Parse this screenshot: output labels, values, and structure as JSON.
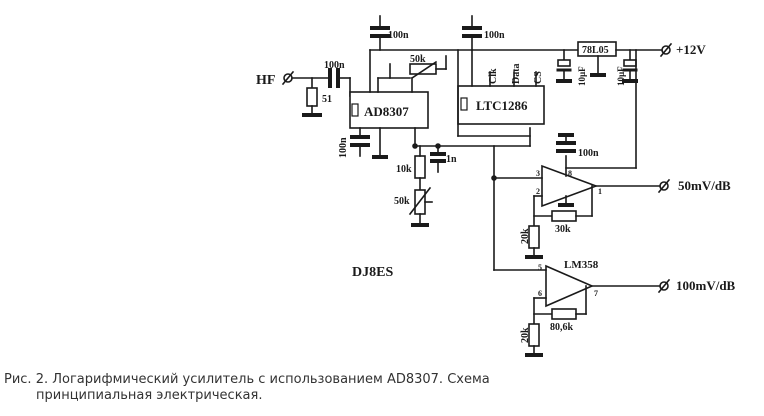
{
  "labels": {
    "hf": "HF",
    "r51": "51",
    "c_in": "100n",
    "c_top1": "100n",
    "c_top2": "100n",
    "c_bot1": "100n",
    "c_opamp": "100n",
    "pot_top": "50k",
    "ad8307": "AD8307",
    "ltc1286": "LTC1286",
    "clk": "Clk",
    "data": "Data",
    "cs": "CS",
    "reg": "78L05",
    "c10u_a": "10µF",
    "c10u_b": "10µF",
    "v12": "+12V",
    "r10k": "10k",
    "c1n": "1n",
    "pot_50k": "50k",
    "out1": "50mV/dB",
    "out2": "100mV/dB",
    "r30k": "30k",
    "r20k_a": "20k",
    "r20k_b": "20k",
    "r80k": "80,6k",
    "lm358": "LM358",
    "author": "DJ8ES",
    "pin3": "3",
    "pin2": "2",
    "pin8": "8",
    "pin1": "1",
    "pin5": "5",
    "pin6": "6",
    "pin7": "7"
  },
  "caption": {
    "line1": "Рис. 2. Логарифмический усилитель с использованием AD8307. Схема",
    "line2": "принципиальная электрическая."
  }
}
